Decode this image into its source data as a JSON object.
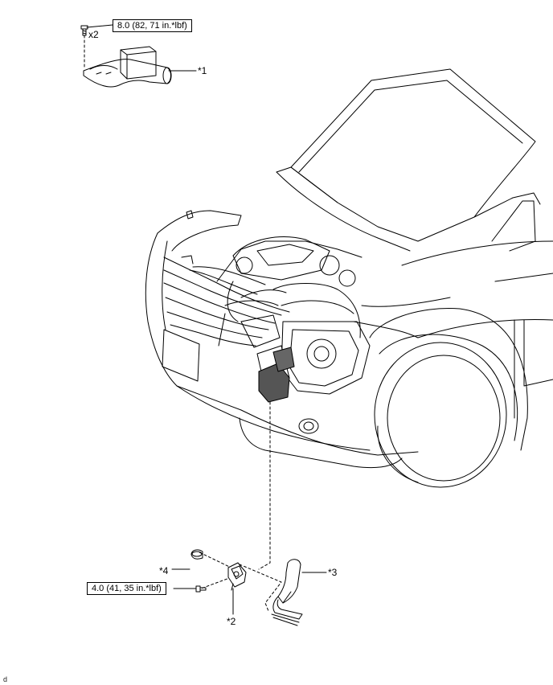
{
  "torque_specs": {
    "top_bolt": "8.0 (82, 71 in.*lbf)",
    "bottom_bolt": "4.0 (41, 35 in.*lbf)"
  },
  "quantity_top_bolt": "x2",
  "callouts": {
    "c1": "*1",
    "c2": "*2",
    "c3": "*3",
    "c4": "*4"
  },
  "footer_mark": "d"
}
